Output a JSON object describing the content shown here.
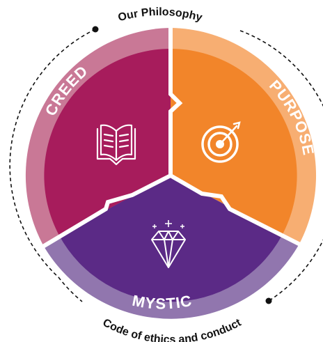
{
  "diagram": {
    "top_caption": "Our Philosophy",
    "bottom_caption": "Code of ethics and conduct",
    "segments": [
      {
        "key": "creed",
        "label": "CREED",
        "icon": "book-icon",
        "color": "#A71C5C",
        "ring_color": "#C97896"
      },
      {
        "key": "purpose",
        "label": "PURPOSE",
        "icon": "target-icon",
        "color": "#F2852A",
        "ring_color": "#F7AE72"
      },
      {
        "key": "mystic",
        "label": "MYSTIC",
        "icon": "diamond-icon",
        "color": "#5B2A86",
        "ring_color": "#9176AE"
      }
    ]
  }
}
